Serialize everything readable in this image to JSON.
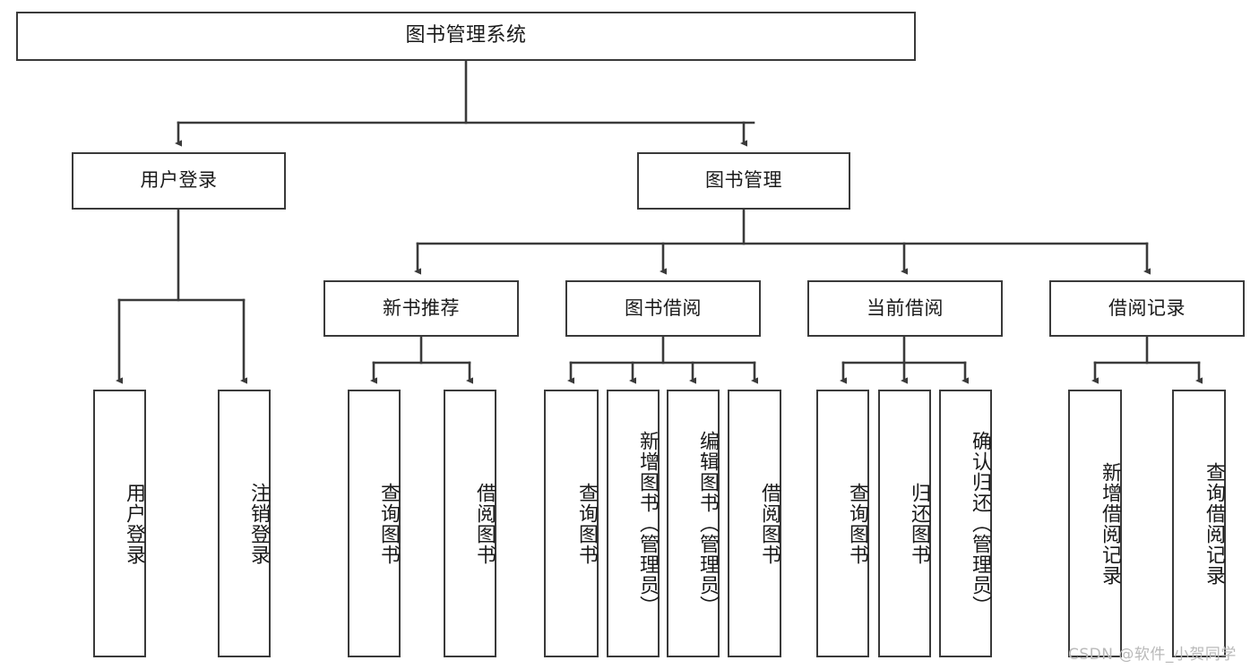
{
  "title": "图书管理系统",
  "diagram": {
    "type": "tree-hierarchy",
    "orientation": "top-down",
    "stroke_color": "#3a3a3a",
    "fill_color": "#ffffff",
    "text_color": "#1a1a1a"
  },
  "nodes": {
    "root": {
      "label": "图书管理系统"
    },
    "level2": [
      {
        "label": "用户登录"
      },
      {
        "label": "图书管理"
      }
    ],
    "level3": [
      {
        "label": "新书推荐"
      },
      {
        "label": "图书借阅"
      },
      {
        "label": "当前借阅"
      },
      {
        "label": "借阅记录"
      }
    ],
    "leaves": {
      "user_login": [
        {
          "label": "用户登录"
        },
        {
          "label": "注销登录"
        }
      ],
      "new_book_rec": [
        {
          "label": "查询图书"
        },
        {
          "label": "借阅图书"
        }
      ],
      "book_borrow": [
        {
          "label": "查询图书"
        },
        {
          "label": "新增图书（管理员）"
        },
        {
          "label": "编辑图书（管理员）"
        },
        {
          "label": "借阅图书"
        }
      ],
      "current_borrow": [
        {
          "label": "查询图书"
        },
        {
          "label": "归还图书"
        },
        {
          "label": "确认归还（管理员）"
        }
      ],
      "borrow_record": [
        {
          "label": "新增借阅记录"
        },
        {
          "label": "查询借阅记录"
        }
      ]
    }
  },
  "watermark": {
    "text": "CSDN @软件_小贺同学"
  }
}
